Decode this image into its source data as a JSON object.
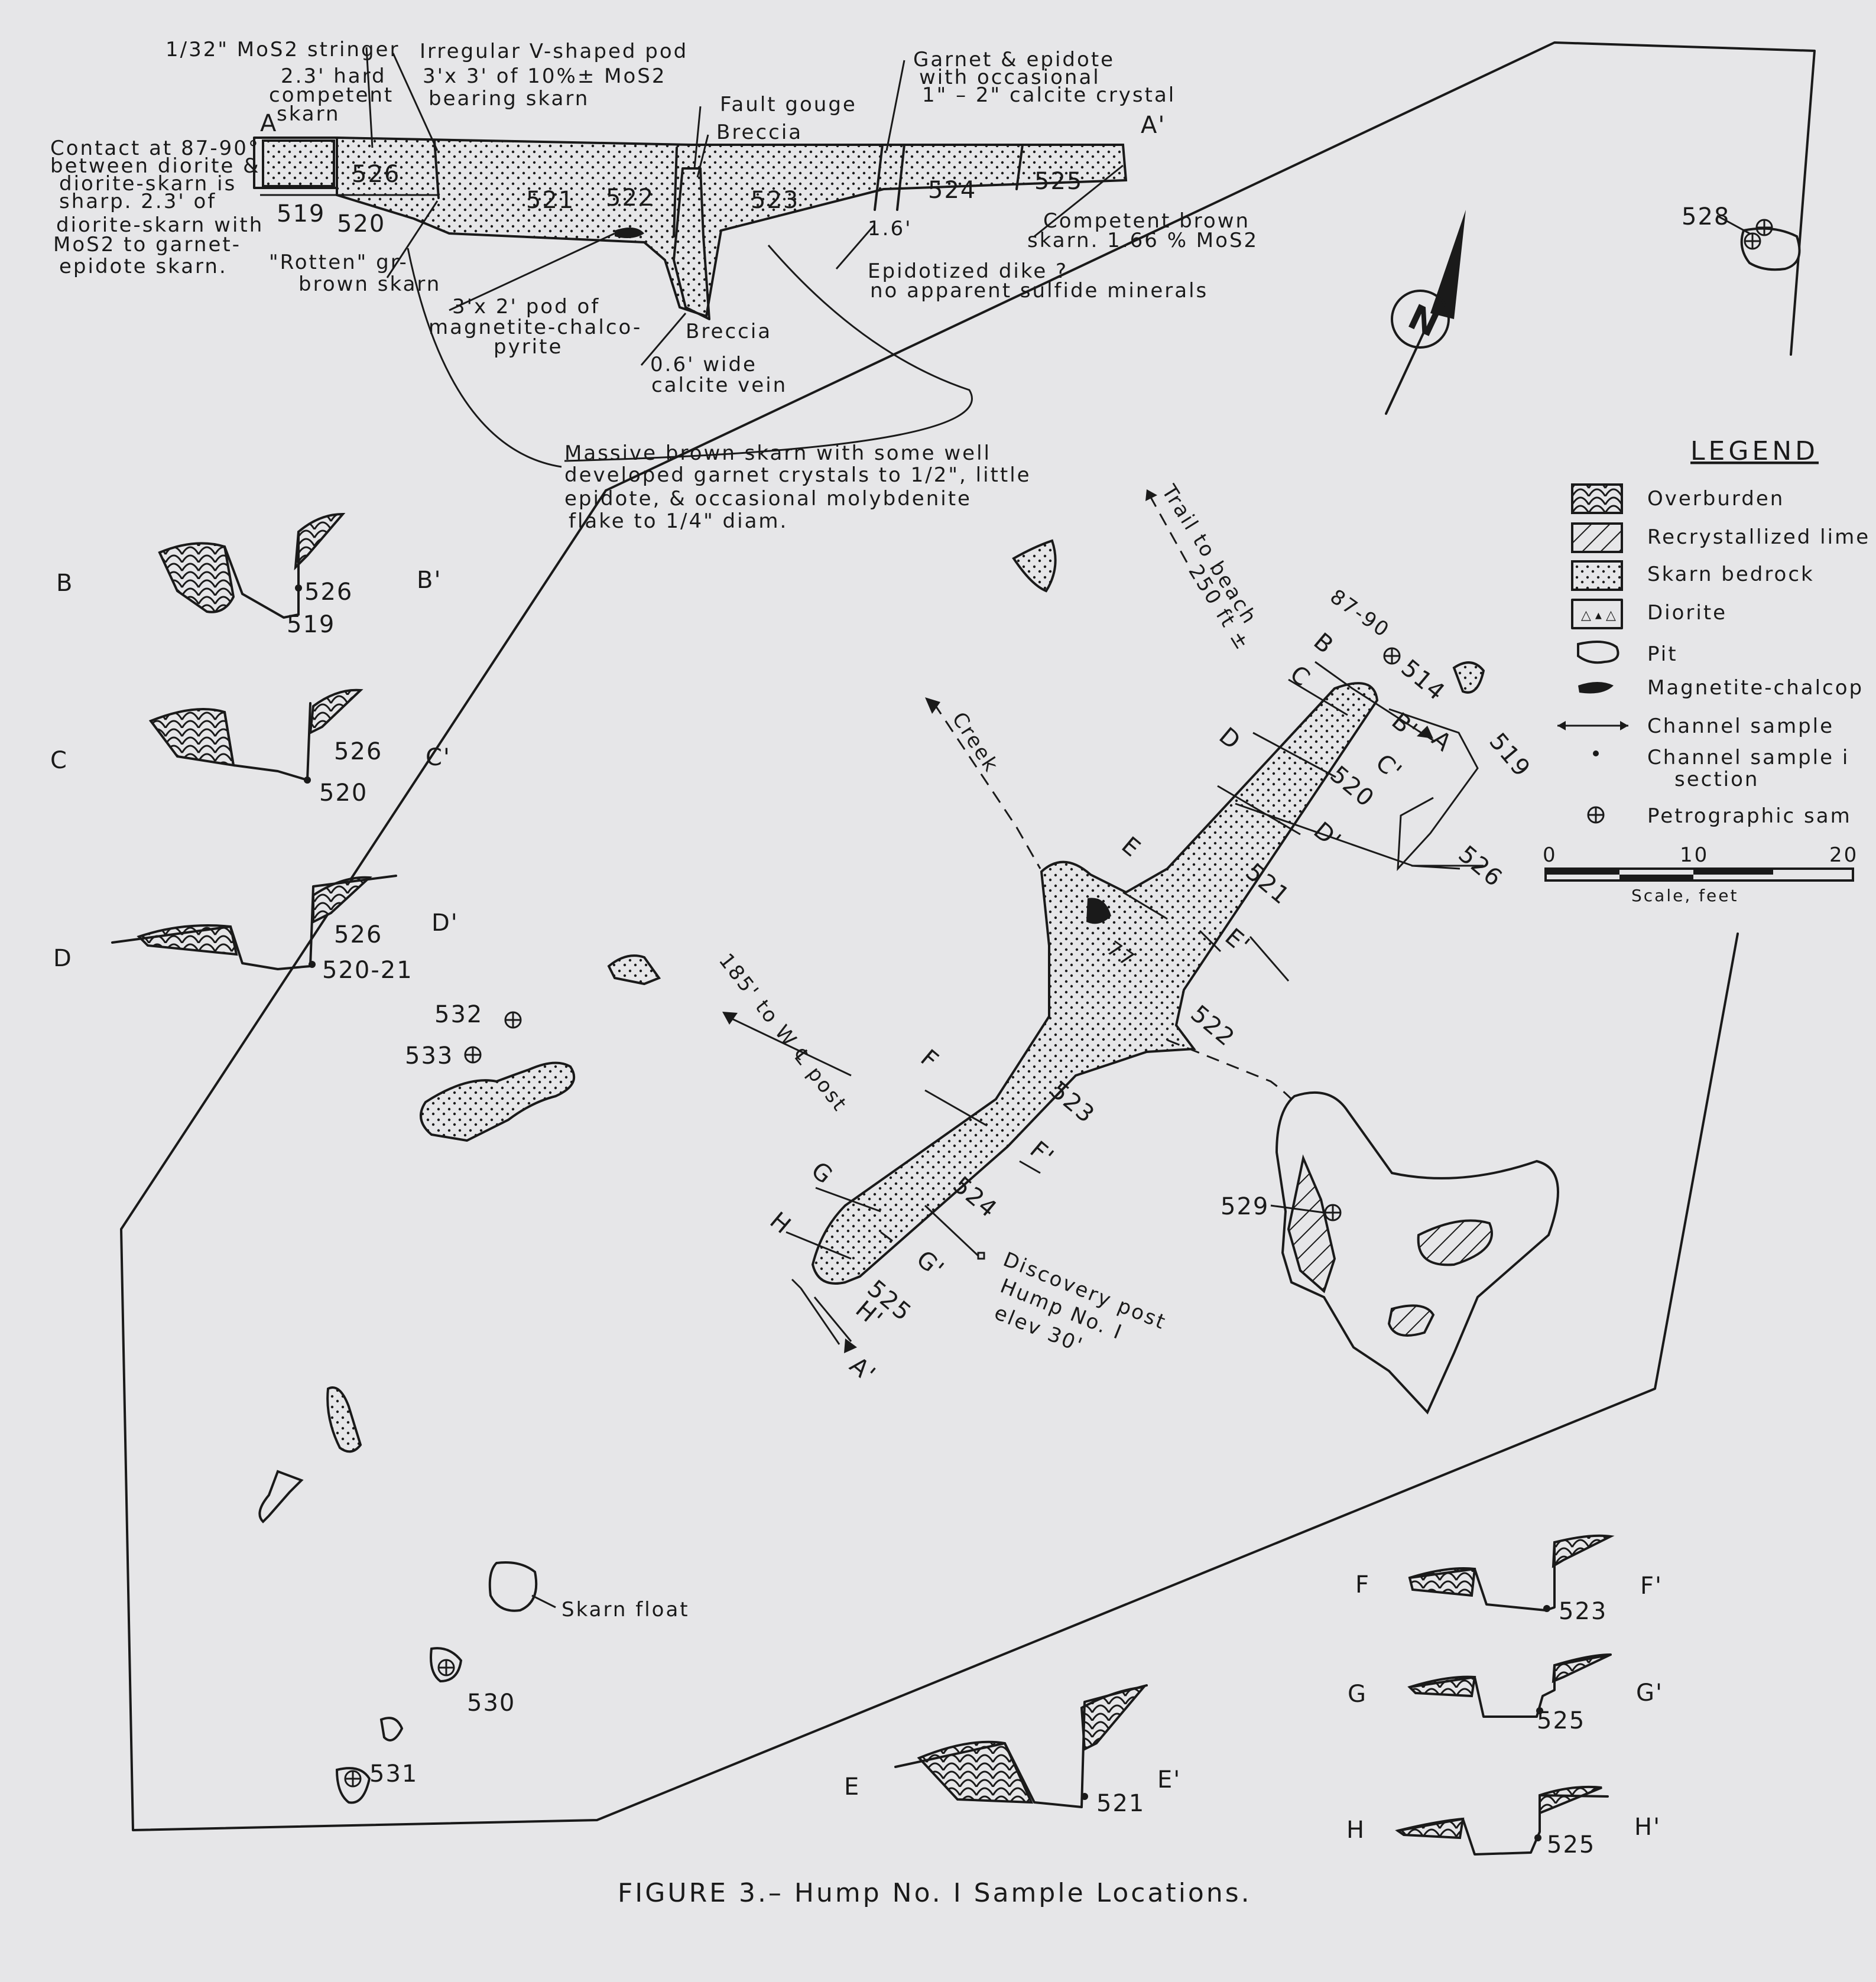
{
  "figure_title": "FIGURE 3.– Hump No. I Sample Locations.",
  "legend": {
    "title": "LEGEND",
    "items": [
      {
        "key": "overburden",
        "label": "Overburden"
      },
      {
        "key": "recrystallized",
        "label": "Recrystallized lime"
      },
      {
        "key": "skarn",
        "label": "Skarn bedrock"
      },
      {
        "key": "diorite",
        "label": "Diorite"
      },
      {
        "key": "pit",
        "label": "Pit"
      },
      {
        "key": "magnetite",
        "label": "Magnetite-chalcop"
      },
      {
        "key": "channel",
        "label": "Channel sample"
      },
      {
        "key": "channel_section",
        "label": "Channel sample i"
      },
      {
        "key": "channel_section2",
        "label": "section"
      },
      {
        "key": "petro",
        "label": "Petrographic sam"
      }
    ],
    "scale": {
      "ticks": [
        "0",
        "10",
        "20"
      ],
      "caption": "Scale, feet"
    }
  },
  "north_symbol": "N",
  "section_aa": {
    "label_a": "A",
    "label_a_prime": "A'",
    "samples": [
      "519",
      "520",
      "526",
      "521",
      "522",
      "523",
      "524",
      "525"
    ],
    "thickness_1_6": "1.6'",
    "notes": {
      "stringer": "1/32\" MoS2 stringer",
      "hard_skarn_1": "2.3' hard",
      "hard_skarn_2": "competent",
      "hard_skarn_3": "skarn",
      "pod_1": "Irregular V-shaped pod",
      "pod_2": "3'x 3' of 10%± MoS2",
      "pod_3": "bearing skarn",
      "fault": "Fault gouge",
      "breccia_top": "Breccia",
      "garnet_1": "Garnet & epidote",
      "garnet_2": "with occasional",
      "garnet_3": "1\" – 2\" calcite crystal",
      "contact_1": "Contact at 87-90°",
      "contact_2": "between diorite &",
      "contact_3": "diorite-skarn is",
      "contact_4": "sharp. 2.3' of",
      "contact_5": "diorite-skarn with",
      "contact_6": "MoS2 to garnet-",
      "contact_7": "epidote skarn.",
      "rotten_1": "\"Rotten\" gr-",
      "rotten_2": "brown skarn",
      "mag_1": "3'x 2' pod of",
      "mag_2": "magnetite-chalco-",
      "mag_3": "pyrite",
      "breccia_bottom": "Breccia",
      "calcite_1": "0.6' wide",
      "calcite_2": "calcite vein",
      "massive_1": "Massive brown skarn with some well",
      "massive_2": "developed garnet crystals to 1/2\", little",
      "massive_3": "epidote, & occasional molybdenite",
      "massive_4": "flake to 1/4\" diam.",
      "competent_1": "Competent brown",
      "competent_2": "skarn. 1.66 % MoS2",
      "dike_1": "Epidotized dike ?",
      "dike_2": "no apparent sulfide minerals"
    }
  },
  "cross_sections": [
    {
      "left": "B",
      "right": "B'",
      "upper": "526",
      "lower": "519"
    },
    {
      "left": "C",
      "right": "C'",
      "upper": "526",
      "lower": "520"
    },
    {
      "left": "D",
      "right": "D'",
      "upper": "526",
      "lower": "520-21"
    },
    {
      "left": "E",
      "right": "E'",
      "upper": "",
      "lower": "521"
    },
    {
      "left": "F",
      "right": "F'",
      "upper": "",
      "lower": "523"
    },
    {
      "left": "G",
      "right": "G'",
      "upper": "",
      "lower": "525"
    },
    {
      "left": "H",
      "right": "H'",
      "upper": "",
      "lower": "525"
    }
  ],
  "plan": {
    "trail_1": "Trail to beach",
    "trail_2": "250 ft ±",
    "creek": "Creek",
    "post_1": "185' to W ℄ post",
    "discovery_1": "Discovery post",
    "discovery_2": "Hump No. I",
    "discovery_3": "elev 30'",
    "skarn_float": "Skarn float",
    "dip_strike": "87-90",
    "dip_77": "77",
    "letters": {
      "A": "A",
      "Ap": "A'",
      "B": "B",
      "Bp": "B'",
      "C": "C",
      "Cp": "C'",
      "D": "D",
      "Dp": "D'",
      "E": "E",
      "Ep": "E'",
      "F": "F",
      "Fp": "F'",
      "G": "G",
      "Gp": "G'",
      "H": "H",
      "Hp": "H'"
    },
    "samples": {
      "s514": "514",
      "s519": "519",
      "s520": "520",
      "s526": "526",
      "s521": "521",
      "s522": "522",
      "s523": "523",
      "s524": "524",
      "s525": "525",
      "s528": "528",
      "s529": "529",
      "s530": "530",
      "s531": "531",
      "s532": "532",
      "s533": "533"
    }
  }
}
